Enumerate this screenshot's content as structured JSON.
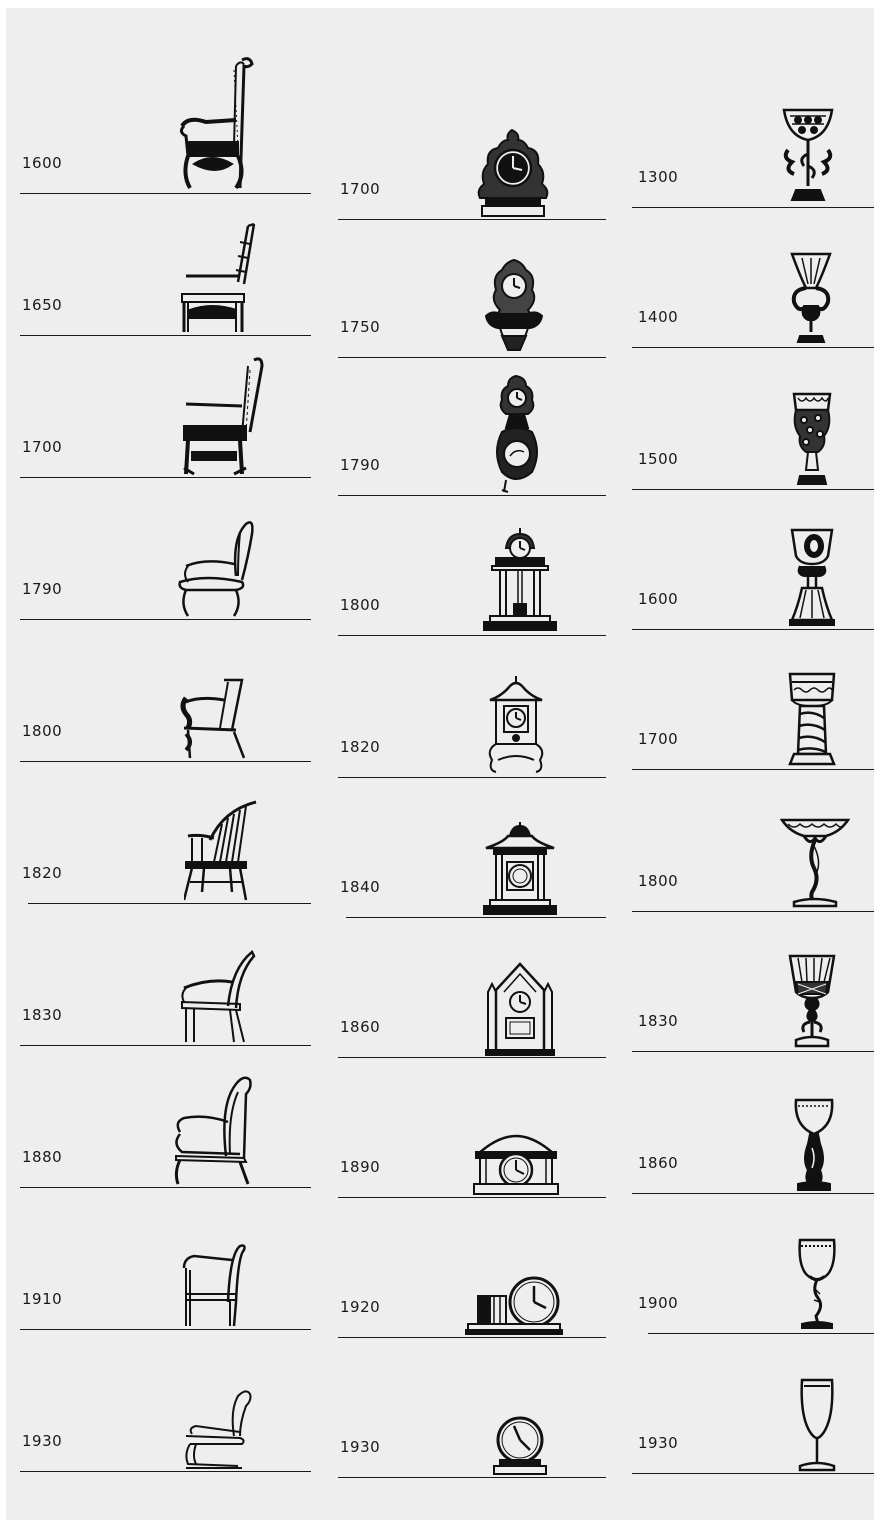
{
  "columns": [
    {
      "name": "chairs",
      "rows": [
        {
          "year": "1600",
          "icon": "baroque-high-back-chair-icon"
        },
        {
          "year": "1650",
          "icon": "cromwellian-chair-icon"
        },
        {
          "year": "1700",
          "icon": "carved-armchair-icon"
        },
        {
          "year": "1790",
          "icon": "rococo-armchair-icon"
        },
        {
          "year": "1800",
          "icon": "empire-armchair-icon"
        },
        {
          "year": "1820",
          "icon": "windsor-chair-icon"
        },
        {
          "year": "1830",
          "icon": "sheraton-armchair-icon"
        },
        {
          "year": "1880",
          "icon": "victorian-armchair-icon"
        },
        {
          "year": "1910",
          "icon": "mission-armchair-icon"
        },
        {
          "year": "1930",
          "icon": "tubular-steel-chair-icon"
        }
      ]
    },
    {
      "name": "clocks",
      "rows": [
        {
          "year": "1700",
          "icon": "ornate-mantel-clock-icon"
        },
        {
          "year": "1750",
          "icon": "cartel-wall-clock-icon"
        },
        {
          "year": "1790",
          "icon": "pendulum-wall-clock-icon"
        },
        {
          "year": "1800",
          "icon": "portico-clock-icon"
        },
        {
          "year": "1820",
          "icon": "cuckoo-style-clock-icon"
        },
        {
          "year": "1840",
          "icon": "pagoda-top-clock-icon"
        },
        {
          "year": "1860",
          "icon": "gothic-steeple-clock-icon"
        },
        {
          "year": "1890",
          "icon": "tambour-mantel-clock-icon"
        },
        {
          "year": "1920",
          "icon": "desk-clock-with-box-icon"
        },
        {
          "year": "1930",
          "icon": "modern-round-clock-icon"
        }
      ]
    },
    {
      "name": "glasses",
      "rows": [
        {
          "year": "1300",
          "icon": "gothic-goblet-icon"
        },
        {
          "year": "1400",
          "icon": "trumpet-goblet-icon"
        },
        {
          "year": "1500",
          "icon": "prunted-beaker-icon"
        },
        {
          "year": "1600",
          "icon": "engraved-goblet-icon"
        },
        {
          "year": "1700",
          "icon": "roemer-glass-icon"
        },
        {
          "year": "1800",
          "icon": "tazza-glass-icon"
        },
        {
          "year": "1830",
          "icon": "cut-glass-goblet-icon"
        },
        {
          "year": "1860",
          "icon": "wine-glass-icon"
        },
        {
          "year": "1900",
          "icon": "stemmed-glass-icon"
        },
        {
          "year": "1930",
          "icon": "tall-flute-glass-icon"
        }
      ]
    }
  ]
}
